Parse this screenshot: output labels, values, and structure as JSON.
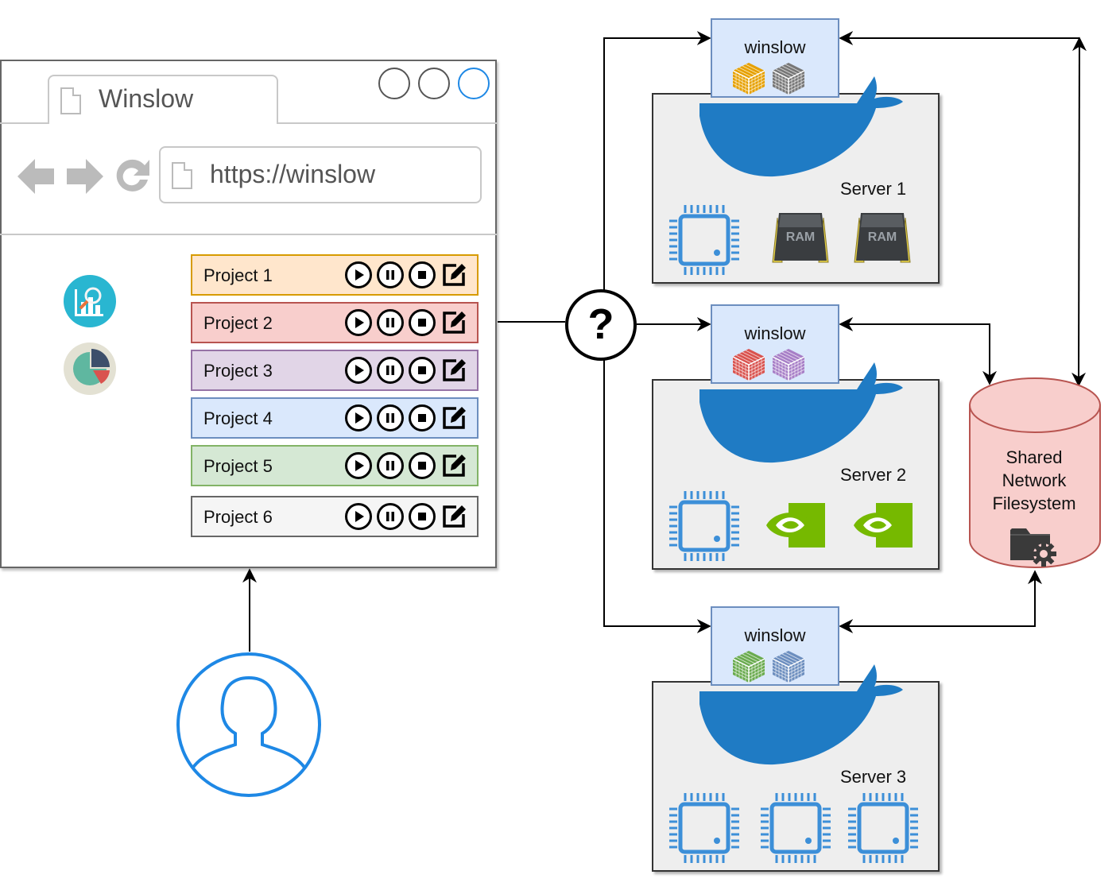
{
  "browser": {
    "tab_title": "Winslow",
    "url": "https://winslow",
    "projects": [
      {
        "label": "Project 1",
        "fill": "#ffe6cc",
        "stroke": "#d79b00"
      },
      {
        "label": "Project 2",
        "fill": "#f8cecc",
        "stroke": "#b85450"
      },
      {
        "label": "Project 3",
        "fill": "#e1d5e7",
        "stroke": "#9673a6"
      },
      {
        "label": "Project 4",
        "fill": "#dae8fc",
        "stroke": "#6c8ebf"
      },
      {
        "label": "Project 5",
        "fill": "#d5e8d4",
        "stroke": "#82b366"
      },
      {
        "label": "Project 6",
        "fill": "#f5f5f5",
        "stroke": "#666666"
      }
    ],
    "project_controls": [
      "play-icon",
      "pause-icon",
      "stop-icon",
      "edit-icon"
    ]
  },
  "servers": [
    {
      "name": "Server 1",
      "agent_label": "winslow",
      "cube_colors": [
        "#e6a000",
        "#777777"
      ],
      "hardware": [
        "cpu-icon",
        "ram-icon",
        "ram-icon"
      ]
    },
    {
      "name": "Server 2",
      "agent_label": "winslow",
      "cube_colors": [
        "#d9534f",
        "#a77fc7"
      ],
      "hardware": [
        "cpu-icon",
        "nvidia-gpu-icon",
        "nvidia-gpu-icon"
      ]
    },
    {
      "name": "Server 3",
      "agent_label": "winslow",
      "cube_colors": [
        "#6aab4f",
        "#6c8ebf"
      ],
      "hardware": [
        "cpu-icon",
        "cpu-icon",
        "cpu-icon"
      ]
    }
  ],
  "hardware_text": {
    "ram": "RAM"
  },
  "router_symbol": "?",
  "filesystem": {
    "label_lines": [
      "Shared",
      "Network",
      "Filesystem"
    ]
  },
  "colors": {
    "docker_blue": "#1f7bc4",
    "cpu_blue": "#3c8fd8",
    "user_blue": "#1e88e5",
    "nvidia_green": "#76b900"
  }
}
